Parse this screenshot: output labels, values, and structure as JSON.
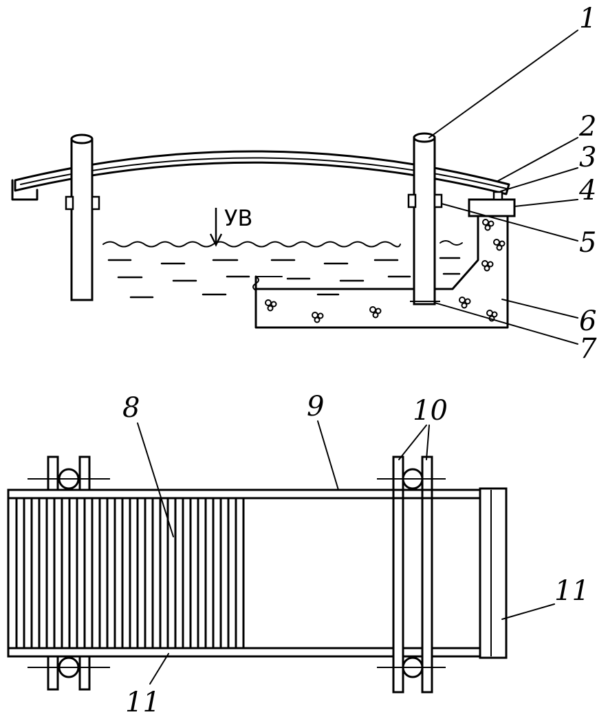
{
  "diagram": {
    "water_level_label": "УВ",
    "callouts": {
      "c1": "1",
      "c2": "2",
      "c3": "3",
      "c4": "4",
      "c5": "5",
      "c6": "6",
      "c7": "7",
      "c8": "8",
      "c9": "9",
      "c10": "10",
      "c11_bottom": "11",
      "c11_right": "11"
    }
  },
  "colors": {
    "ink": "#000000",
    "paper": "#ffffff"
  }
}
